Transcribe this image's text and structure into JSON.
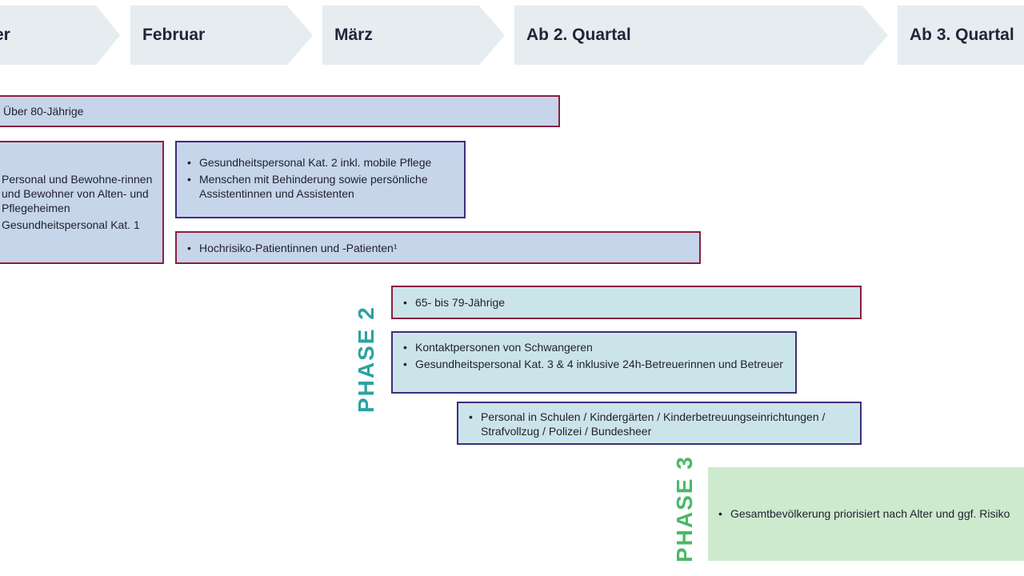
{
  "timeline": {
    "months": [
      {
        "label": "Jänner",
        "visible": "er"
      },
      {
        "label": "Februar"
      },
      {
        "label": "März"
      },
      {
        "label": "Ab 2. Quartal"
      },
      {
        "label": "Ab 3. Quartal"
      }
    ]
  },
  "phase1": {
    "over80": "Über 80-Jährige",
    "care_home_items": [
      "Personal und Bewohne-rinnen und Bewohner von Alten- und Pflegeheimen",
      "Gesundheitspersonal Kat. 1"
    ],
    "health_items": [
      "Gesundheitspersonal Kat. 2 inkl. mobile Pflege",
      "Menschen mit Behinderung sowie persönliche Assistentinnen und Assistenten"
    ],
    "high_risk": "Hochrisiko-Patientinnen und -Patienten¹"
  },
  "phase2": {
    "label": "PHASE 2",
    "age_group": "65- bis 79-Jährige",
    "contact_items": [
      "Kontaktpersonen von Schwangeren",
      "Gesundheitspersonal Kat. 3 & 4 inklusive 24h-Betreuerinnen und Betreuer"
    ],
    "personnel": "Personal in Schulen / Kindergärten / Kinderbetreuungseinrichtungen / Strafvollzug / Polizei / Bundesheer"
  },
  "phase3": {
    "label": "PHASE 3",
    "population": "Gesamtbevölkerung priorisiert nach Alter und ggf. Risiko"
  },
  "colors": {
    "chevron": "#e6edf0",
    "red_border": "#8a1f3f",
    "purple_border": "#3e2e7c",
    "phase1_fill": "#c6d5ea",
    "phase2_fill": "#cbe4ea",
    "phase3_fill": "#cdeacf",
    "phase2_text": "#2aa3a0",
    "phase3_text": "#4cb868"
  }
}
